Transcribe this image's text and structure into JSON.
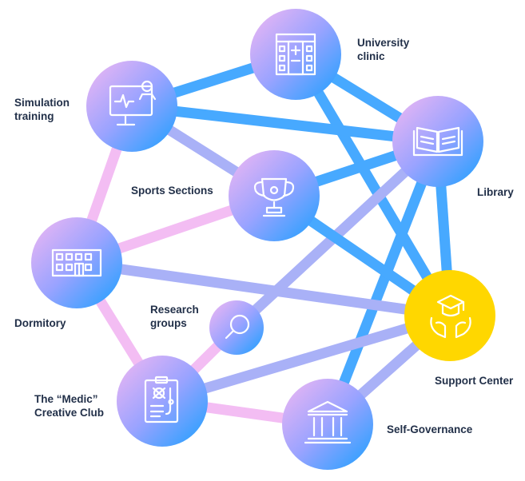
{
  "colors": {
    "node_grad_start": "#f2b8f2",
    "node_grad_mid": "#9aa3ff",
    "node_grad_end": "#1aa0ff",
    "support_center": "#ffd700",
    "edge_pink": "#f3bdf3",
    "edge_violet": "#a9b1f7",
    "edge_blue": "#47a9ff",
    "label_text": "#223049"
  },
  "nodes": [
    {
      "id": "university-clinic",
      "icon": "hospital-icon",
      "label_lines": [
        "University",
        "clinic"
      ]
    },
    {
      "id": "simulation-training",
      "icon": "monitor-patient-icon",
      "label_lines": [
        "Simulation",
        "training"
      ]
    },
    {
      "id": "library",
      "icon": "open-book-icon",
      "label_lines": [
        "Library"
      ]
    },
    {
      "id": "sports-sections",
      "icon": "trophy-icon",
      "label_lines": [
        "Sports Sections"
      ]
    },
    {
      "id": "dormitory",
      "icon": "building-icon",
      "label_lines": [
        "Dormitory"
      ]
    },
    {
      "id": "research-groups",
      "icon": "magnifier-icon",
      "label_lines": [
        "Research",
        "groups"
      ]
    },
    {
      "id": "support-center",
      "icon": "graduate-hands-icon",
      "label_lines": [
        "Support Center"
      ]
    },
    {
      "id": "medic-creative-club",
      "icon": "clipboard-icon",
      "label_lines": [
        "The “Medic”",
        "Creative Club"
      ]
    },
    {
      "id": "self-governance",
      "icon": "institution-icon",
      "label_lines": [
        "Self-Governance"
      ]
    }
  ],
  "edges": [
    {
      "from": "university-clinic",
      "to": "simulation-training",
      "color": "blue"
    },
    {
      "from": "university-clinic",
      "to": "library",
      "color": "blue"
    },
    {
      "from": "university-clinic",
      "to": "support-center",
      "color": "blue"
    },
    {
      "from": "simulation-training",
      "to": "library",
      "color": "blue"
    },
    {
      "from": "simulation-training",
      "to": "sports-sections",
      "color": "violet"
    },
    {
      "from": "simulation-training",
      "to": "dormitory",
      "color": "pink"
    },
    {
      "from": "library",
      "to": "sports-sections",
      "color": "blue"
    },
    {
      "from": "library",
      "to": "support-center",
      "color": "blue"
    },
    {
      "from": "library",
      "to": "research-groups",
      "color": "violet"
    },
    {
      "from": "library",
      "to": "self-governance",
      "color": "blue"
    },
    {
      "from": "sports-sections",
      "to": "dormitory",
      "color": "pink"
    },
    {
      "from": "sports-sections",
      "to": "support-center",
      "color": "blue"
    },
    {
      "from": "dormitory",
      "to": "support-center",
      "color": "violet"
    },
    {
      "from": "dormitory",
      "to": "medic-creative-club",
      "color": "pink"
    },
    {
      "from": "research-groups",
      "to": "medic-creative-club",
      "color": "pink"
    },
    {
      "from": "medic-creative-club",
      "to": "support-center",
      "color": "violet"
    },
    {
      "from": "medic-creative-club",
      "to": "self-governance",
      "color": "pink"
    },
    {
      "from": "self-governance",
      "to": "support-center",
      "color": "violet"
    }
  ]
}
